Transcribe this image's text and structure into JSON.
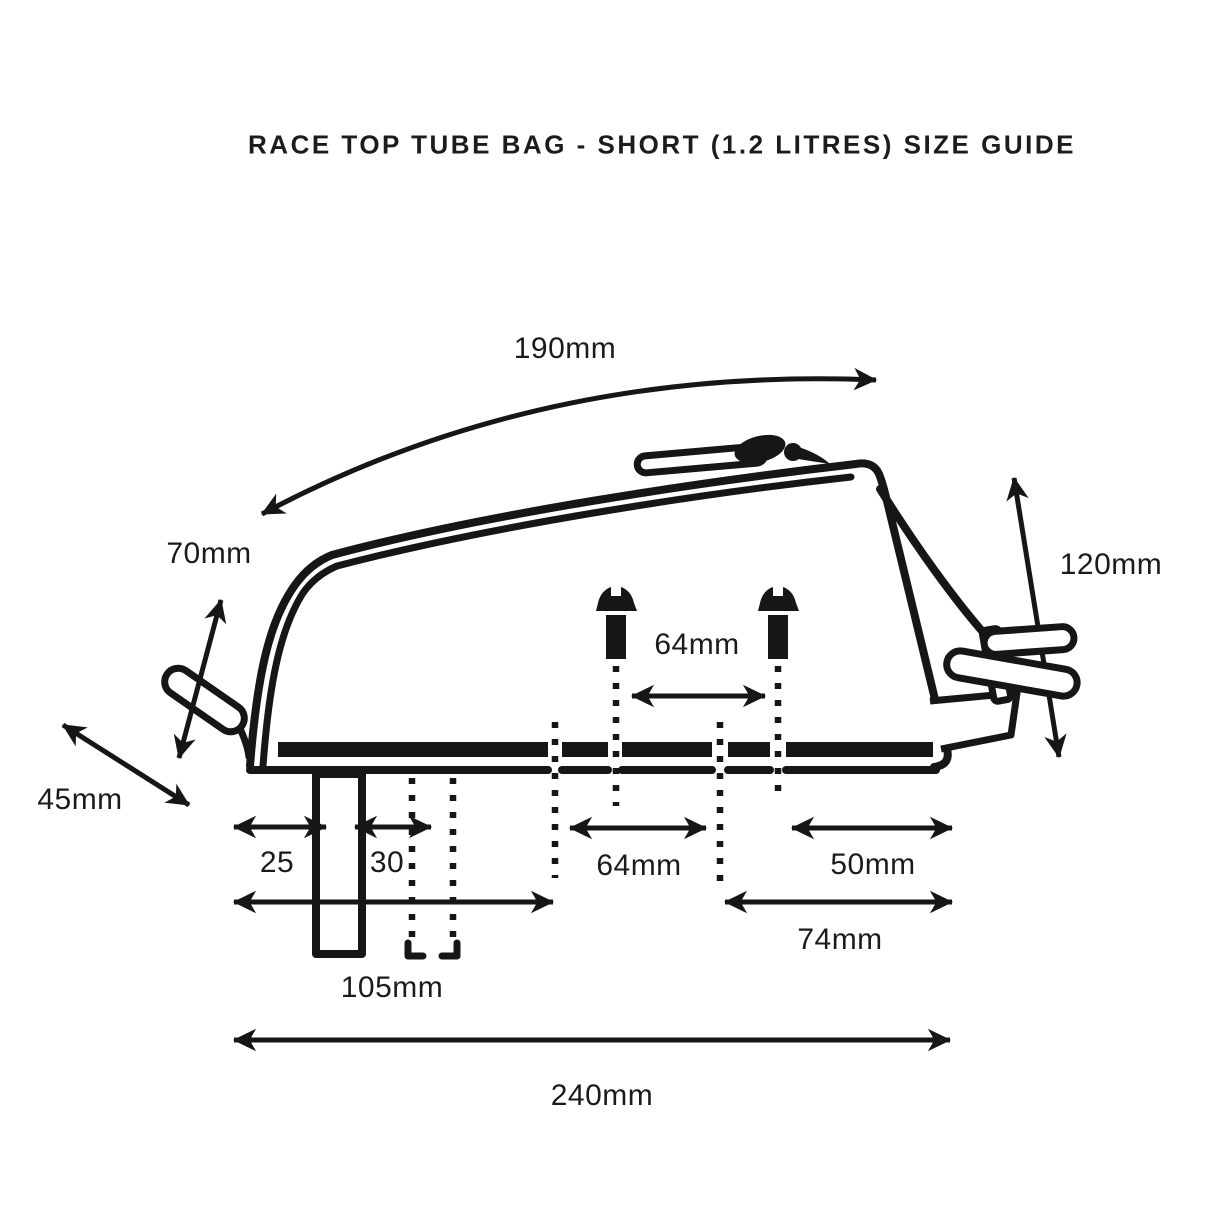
{
  "title": "RACE TOP TUBE BAG - SHORT (1.2 LITRES) SIZE GUIDE",
  "colors": {
    "ink": "#161616",
    "background": "#ffffff"
  },
  "dimensions": {
    "top_curve": "190mm",
    "front_height": "70mm",
    "rear_height": "120mm",
    "front_drop": "45mm",
    "bolt_spacing": "64mm",
    "front_tab_left": "25",
    "front_tab_right": "30",
    "bolt_spacing_base": "64mm",
    "rear_section": "50mm",
    "rear_span": "74mm",
    "front_span": "105mm",
    "total_length": "240mm"
  }
}
